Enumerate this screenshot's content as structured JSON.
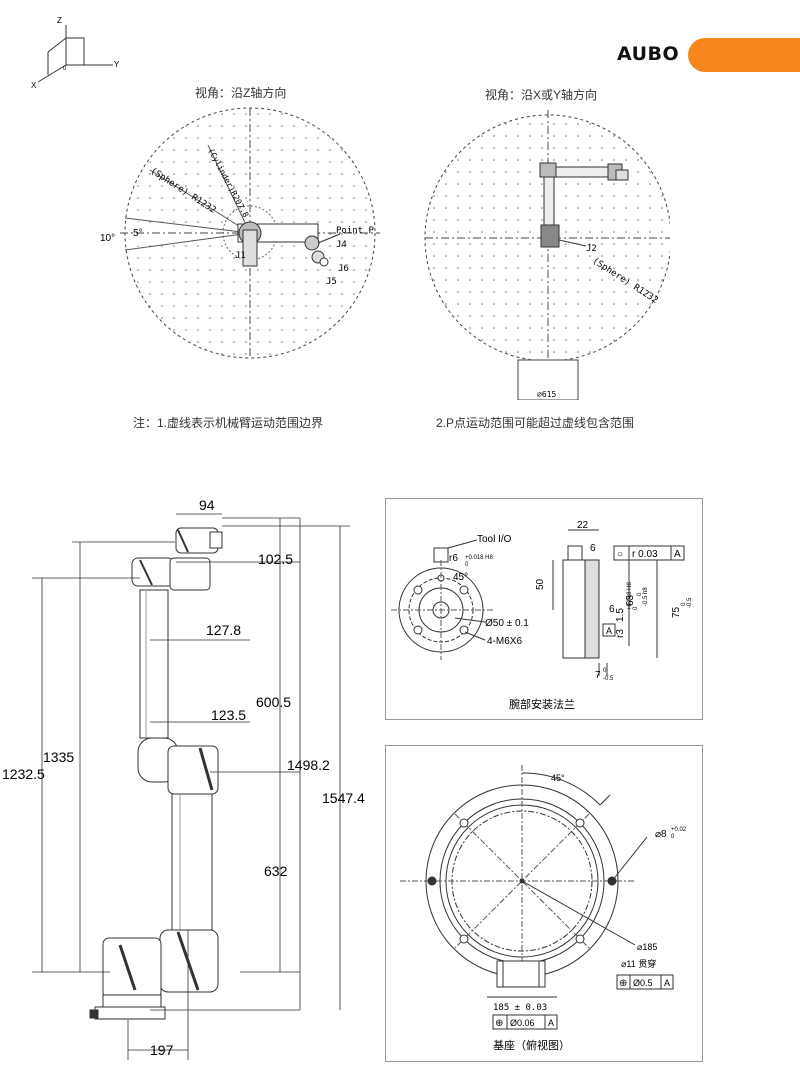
{
  "brand": {
    "name": "AUBO",
    "accent": "#f7861e"
  },
  "axes_icon": {
    "z": "Z",
    "y": "Y",
    "x": "X",
    "origin": "0"
  },
  "top_left_view": {
    "caption": "视角：沿Z轴方向",
    "sphere_label": "(Sphere) R1232",
    "inner_label": "(Cylinder)R207.8",
    "angle_outer": "10°",
    "angle_inner": "5°",
    "point_label": "Point P",
    "joints": [
      "J1",
      "J4",
      "J6",
      "J5"
    ]
  },
  "top_right_view": {
    "caption": "视角：沿X或Y轴方向",
    "sphere_label": "(Sphere) R1232",
    "base_dim": "⌀615",
    "joint": "J2"
  },
  "notes": {
    "note1": "注：1.虚线表示机械臂运动范围边界",
    "note2": "2.P点运动范围可能超过虚线包含范围"
  },
  "side_view": {
    "dims": {
      "top_width": "94",
      "d1": "102.5",
      "d2": "127.8",
      "d3": "600.5",
      "d4": "123.5",
      "d5": "1498.2",
      "d6": "632",
      "left_inner": "1335",
      "left_outer": "1232.5",
      "right_total": "1547.4",
      "base_width": "197"
    }
  },
  "flange_panel": {
    "caption": "腕部安装法兰",
    "tool_io": "Tool I/O",
    "r6": "r6",
    "r6_tol": "+0.018 H8",
    "r6_tol_low": "0",
    "angle": "45°",
    "phi50": "Ø50 ± 0.1",
    "holes": "4-M6X6",
    "dim22": "22",
    "dim6a": "6",
    "dim50": "50",
    "dim6b": "6",
    "dim63": "63",
    "dim63_tol": "0",
    "dim63_tol2": "-0.5 h8",
    "dim75": "75",
    "dim75_tol": "0",
    "dim75_tol2": "-0.5",
    "dim_r3": "r3",
    "dim15": "1.5",
    "dim15_tol": "+0.018 H8",
    "dim15_tol_low": "0",
    "dim7": "7",
    "dim7_tol": "0",
    "dim7_tol2": "-0.5",
    "datum": "A",
    "tol_frame": {
      "symbol": "○",
      "value": "r 0.03",
      "datum": "A"
    }
  },
  "base_panel": {
    "caption": "基座（俯视图）",
    "angle": "45°",
    "phi8": "⌀8",
    "phi8_tol": "+0.02",
    "phi8_tol_low": "0",
    "phi185": "⌀185",
    "phi11": "⌀11 贯穿",
    "tol1": {
      "symbol": "⊕",
      "value": "Ø0.5",
      "datum": "A"
    },
    "dim185": "185 ± 0.03",
    "tol2": {
      "symbol": "⊕",
      "value": "Ø0.06",
      "datum": "A"
    }
  }
}
